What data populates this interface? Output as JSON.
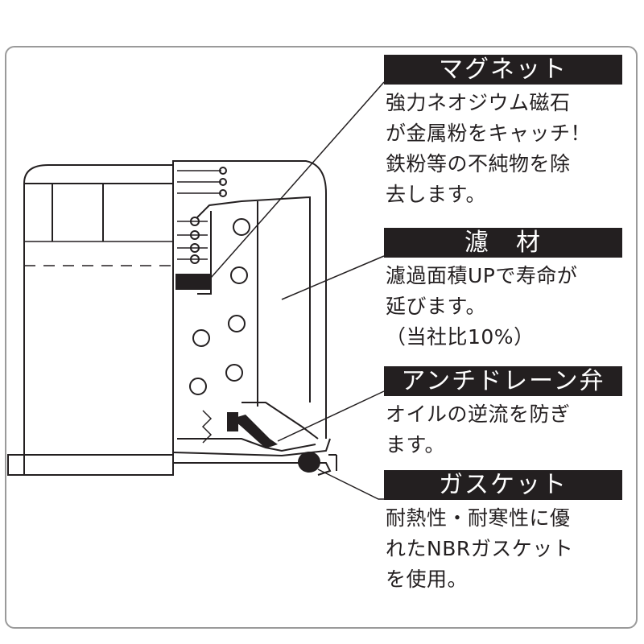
{
  "colors": {
    "ink": "#231f20",
    "heading_bg": "#231f20",
    "heading_text": "#ffffff",
    "frame": "#9a9a9a"
  },
  "callouts": [
    {
      "id": "magnet",
      "title": "マグネット",
      "lines": [
        "強力ネオジウム磁石",
        "が金属粉をキャッチ！",
        "鉄粉等の不純物を除",
        "去します。"
      ]
    },
    {
      "id": "filter-media",
      "title": "濾　材",
      "lines": [
        "濾過面積UPで寿命が",
        "延びます。",
        "（当社比10%）"
      ]
    },
    {
      "id": "anti-drain-valve",
      "title": "アンチドレーン弁",
      "lines": [
        "オイルの逆流を防ぎ",
        "ます。"
      ]
    },
    {
      "id": "gasket",
      "title": "ガスケット",
      "lines": [
        "耐熱性・耐寒性に優",
        "れたNBRガスケット",
        "を使用。"
      ]
    }
  ]
}
